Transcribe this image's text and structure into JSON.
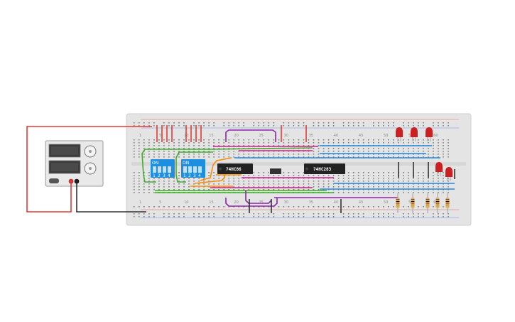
{
  "colors": {
    "background": "#ffffff",
    "breadboard": "#e4e4e4",
    "wire_red": "#e53935",
    "wire_black": "#333333",
    "wire_green": "#3fae2a",
    "wire_blue": "#1e88e5",
    "wire_orange": "#fb8c00",
    "wire_purple": "#8e24aa",
    "wire_magenta": "#d81b8c",
    "chip": "#222222",
    "dip_switch": "#1e8fe0",
    "led": "#cc1f1f"
  },
  "breadboard": {
    "column_labels_top": [
      "1",
      "5",
      "10",
      "15",
      "20",
      "25",
      "30",
      "35",
      "40",
      "45",
      "50",
      "55",
      "60"
    ],
    "column_labels_bottom": [
      "1",
      "5",
      "10",
      "15",
      "20",
      "25",
      "30",
      "35",
      "40",
      "45",
      "50",
      "55",
      "60"
    ]
  },
  "power_supply": {
    "terminals": [
      "red-terminal",
      "black-terminal"
    ]
  },
  "dip_switches": [
    {
      "on_label": "ON",
      "numbers": [
        "1",
        "2",
        "3",
        "4"
      ],
      "state": [
        true,
        true,
        true,
        true
      ]
    },
    {
      "on_label": "ON",
      "numbers": [
        "1",
        "2",
        "3",
        "4"
      ],
      "state": [
        true,
        true,
        true,
        true
      ]
    }
  ],
  "chips": [
    {
      "label": "74HC86"
    },
    {
      "label": "74HC283"
    }
  ],
  "leds": [
    "led-1",
    "led-2",
    "led-3",
    "led-4",
    "led-5"
  ],
  "resistors": [
    "resistor-1",
    "resistor-2",
    "resistor-3",
    "resistor-4",
    "resistor-5"
  ]
}
